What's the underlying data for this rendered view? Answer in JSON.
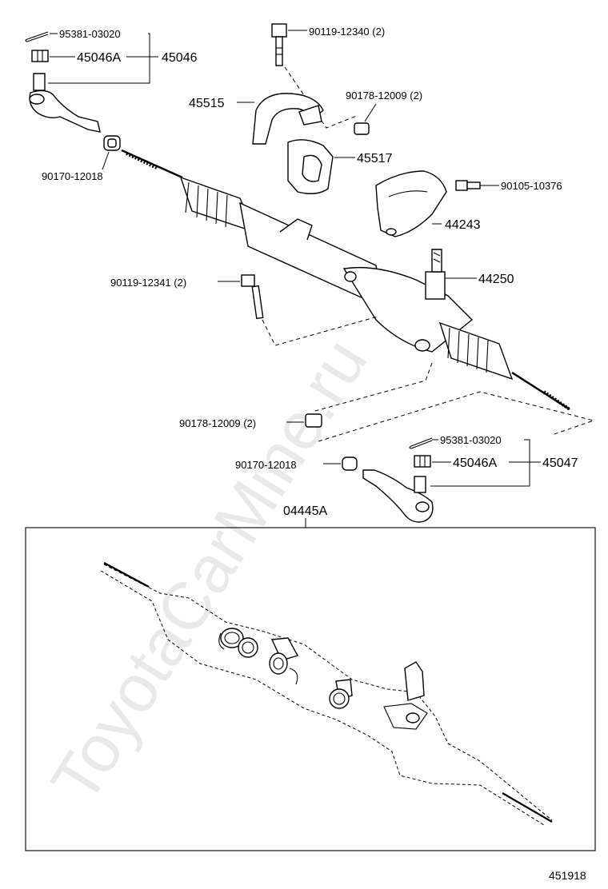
{
  "labels": {
    "cotter_pin_left": "95381-03020",
    "nut_left_a": "45046A",
    "tie_rod_end_left": "45046",
    "bolt_top": "90119-12340 (2)",
    "bracket": "45515",
    "nut_top": "90178-12009 (2)",
    "bushing": "45517",
    "bolt_right": "90105-10376",
    "cover": "44243",
    "nut_left_lower": "90170-12018",
    "gear_housing": "44250",
    "bolt_mid": "90119-12341 (2)",
    "nut_bottom": "90178-12009 (2)",
    "cotter_pin_right": "95381-03020",
    "nut_right_a": "45046A",
    "tie_rod_end_right": "45047",
    "nut_right_lower": "90170-12018",
    "kit": "04445A",
    "figure_number": "451918"
  },
  "watermark": "ToyotaCarMine.ru"
}
